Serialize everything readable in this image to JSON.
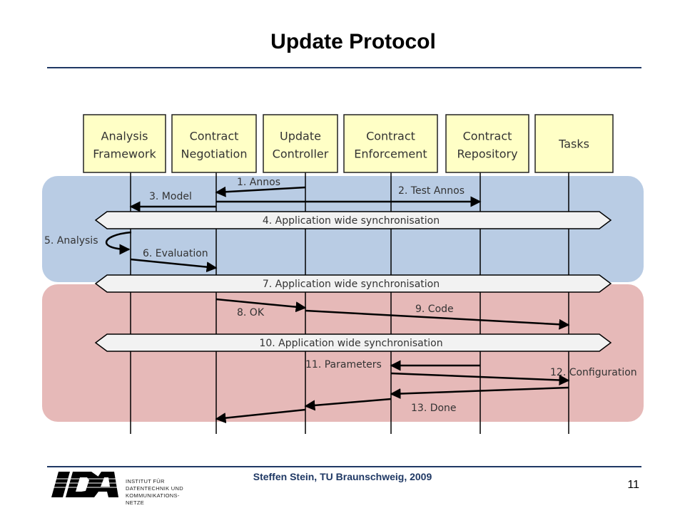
{
  "slide": {
    "title": "Update Protocol",
    "page_number": "11"
  },
  "diagram": {
    "colors": {
      "box_fill": "#ffffc6",
      "box_border": "#222222",
      "blue_band": "#b9cce4",
      "red_band": "#e6b9b8",
      "sync_fill": "#f2f2f2",
      "rule": "#1f3864",
      "text": "#333333"
    },
    "components": [
      {
        "id": "analysis-framework",
        "lines": [
          "Analysis",
          "Framework"
        ]
      },
      {
        "id": "contract-negotiation",
        "lines": [
          "Contract",
          "Negotiation"
        ]
      },
      {
        "id": "update-controller",
        "lines": [
          "Update",
          "Controller"
        ]
      },
      {
        "id": "contract-enforcement",
        "lines": [
          "Contract",
          "Enforcement"
        ]
      },
      {
        "id": "contract-repository",
        "lines": [
          "Contract",
          "Repository"
        ]
      },
      {
        "id": "tasks",
        "lines": [
          "Tasks"
        ]
      }
    ],
    "messages": [
      {
        "id": "msg-1",
        "label": "1. Annos",
        "from": "update-controller",
        "to": "contract-negotiation"
      },
      {
        "id": "msg-2",
        "label": "2. Test Annos",
        "from": "contract-negotiation",
        "to": "contract-repository"
      },
      {
        "id": "msg-3",
        "label": "3. Model",
        "from": "contract-negotiation",
        "to": "analysis-framework"
      },
      {
        "id": "msg-5",
        "label": "5. Analysis",
        "from": "analysis-framework",
        "to": "analysis-framework"
      },
      {
        "id": "msg-6",
        "label": "6. Evaluation",
        "from": "analysis-framework",
        "to": "contract-negotiation"
      },
      {
        "id": "msg-8",
        "label": "8. OK",
        "from": "contract-negotiation",
        "to": "update-controller"
      },
      {
        "id": "msg-9",
        "label": "9. Code",
        "from": "update-controller",
        "to": "tasks"
      },
      {
        "id": "msg-11",
        "label": "11. Parameters",
        "from": "contract-repository",
        "to": "contract-enforcement"
      },
      {
        "id": "msg-12",
        "label": "12. Configuration",
        "from": "contract-enforcement",
        "to": "tasks"
      },
      {
        "id": "msg-13",
        "label": "13. Done",
        "from": "tasks",
        "to": "contract-enforcement"
      },
      {
        "id": "msg-14",
        "label": "",
        "from": "update-controller",
        "to": "contract-negotiation"
      }
    ],
    "sync_bars": [
      {
        "id": "sync-4",
        "label": "4. Application wide synchronisation"
      },
      {
        "id": "sync-7",
        "label": "7. Application wide synchronisation"
      },
      {
        "id": "sync-10",
        "label": "10. Application wide synchronisation"
      }
    ]
  },
  "footer": {
    "author": "Steffen Stein, TU Braunschweig, 2009",
    "logo_text": "IDA",
    "institute_lines": [
      "INSTITUT FÜR",
      "DATENTECHNIK UND",
      "KOMMUNIKATIONS-",
      "NETZE"
    ]
  }
}
